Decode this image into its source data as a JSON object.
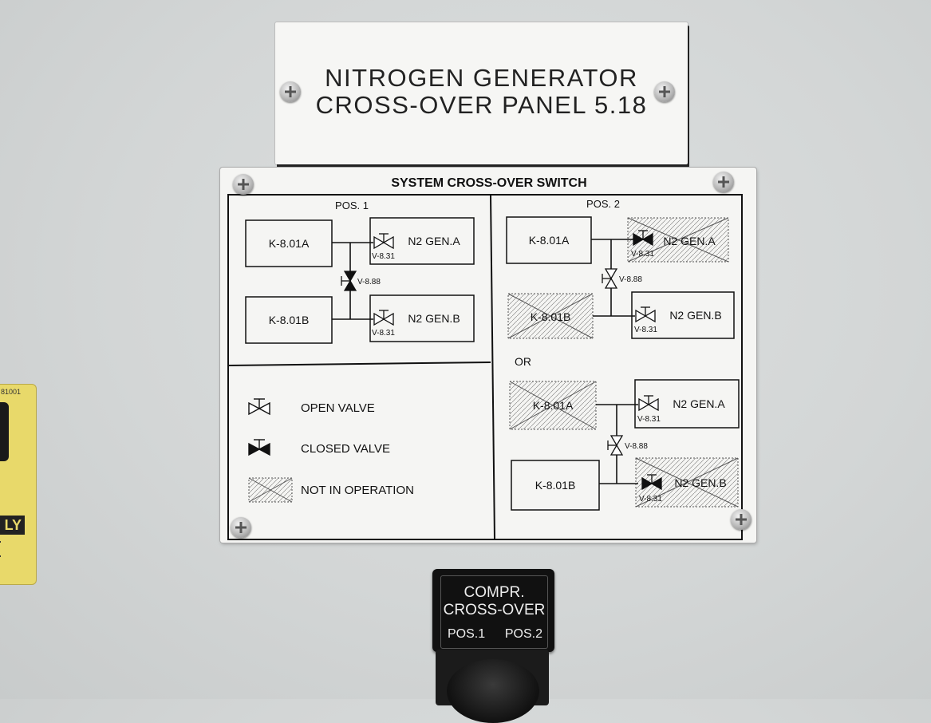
{
  "title_plate": {
    "line1": "NITROGEN GENERATOR",
    "line2": "CROSS-OVER PANEL 5.18"
  },
  "panel": {
    "heading": "SYSTEM CROSS-OVER SWITCH",
    "pos1_label": "POS. 1",
    "pos2_label": "POS. 2",
    "or_label": "OR",
    "compressor_a": "K-8.01A",
    "compressor_b": "K-8.01B",
    "gen_a": "N2 GEN.A",
    "gen_b": "N2 GEN.B",
    "valve_tag": "V-8.31",
    "crossover_valve_tag": "V-8.88",
    "legend": {
      "open_valve": "OPEN VALVE",
      "closed_valve": "CLOSED VALVE",
      "not_in_operation": "NOT IN OPERATION"
    }
  },
  "sticker": {
    "code": "81001",
    "band_text": "LY"
  },
  "switch": {
    "line1": "COMPR.",
    "line2": "CROSS-OVER",
    "pos1": "POS.1",
    "pos2": "POS.2"
  }
}
